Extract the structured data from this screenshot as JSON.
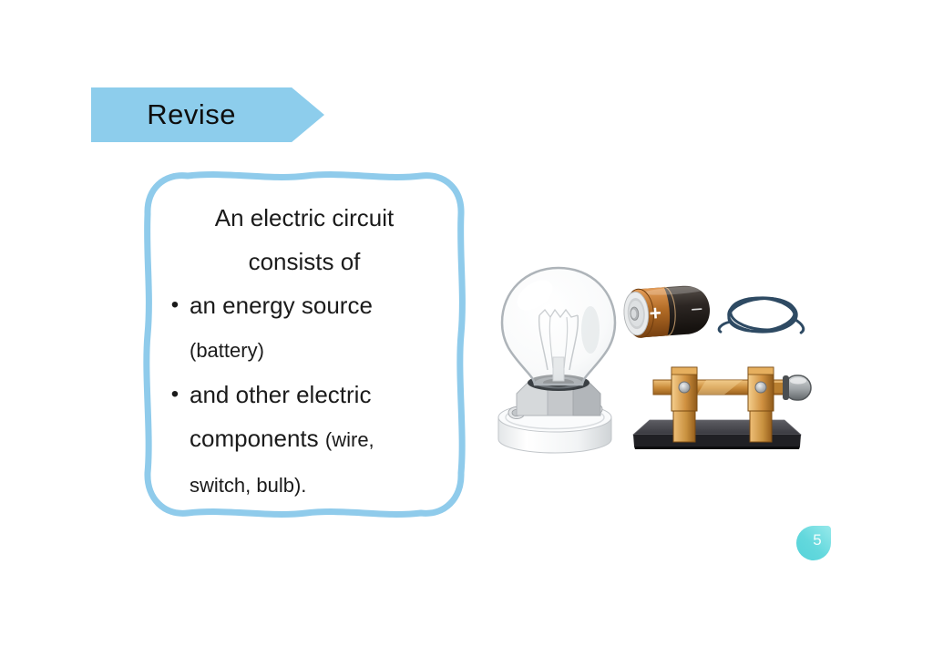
{
  "page": {
    "number": "5"
  },
  "banner": {
    "label": "Revise"
  },
  "revision_box": {
    "bullet_glyph": "•",
    "heading_line1": "An electric circuit",
    "heading_line2": "consists of",
    "bullet1_main": "an energy source",
    "bullet1_sub": "(battery)",
    "bullet2_line1": "and other electric",
    "bullet2_main": "components",
    "bullet2_sub1": "(wire,",
    "bullet2_sub2": "switch, bulb)."
  },
  "illustrations": {
    "items": [
      "light-bulb-on-holder",
      "battery",
      "coiled-wire",
      "knife-switch"
    ],
    "battery_plus_label": "+",
    "battery_minus_label": "−"
  },
  "colors": {
    "accent_blue": "#8DCDEC",
    "box_border_blue": "#8FCBEB",
    "badge_teal": "#63D8DD",
    "badge_teal_light": "#97E9EB",
    "text_dark": "#1A1A1A",
    "wire_navy": "#2E4A63"
  }
}
